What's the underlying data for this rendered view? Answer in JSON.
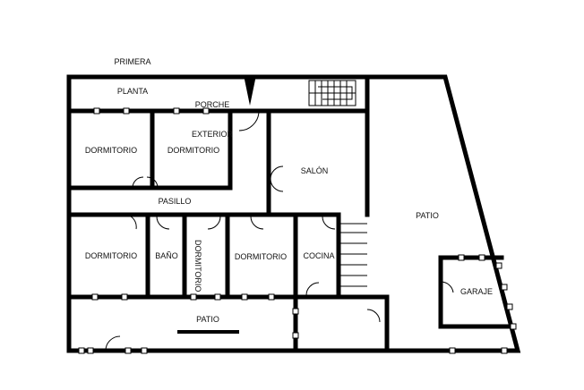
{
  "title": {
    "line1": "PRIMERA",
    "line2": "PLANTA"
  },
  "colors": {
    "wall": "#000000",
    "background": "#ffffff",
    "text": "#111111"
  },
  "rooms": {
    "porche": {
      "line1": "PORCHE",
      "line2": "EXTERIOR"
    },
    "dormitorio_1": "DORMITORIO",
    "dormitorio_2": "DORMITORIO",
    "salon": "SALÓN",
    "pasillo": "PASILLO",
    "patio_right": "PATIO",
    "dormitorio_3": "DORMITORIO",
    "bano": "BAÑO",
    "dormitorio_4": "DORMITORIO",
    "dormitorio_5": "DORMITORIO",
    "cocina": "COCINA",
    "garaje": "GARAJE",
    "patio_bottom": "PATIO"
  }
}
